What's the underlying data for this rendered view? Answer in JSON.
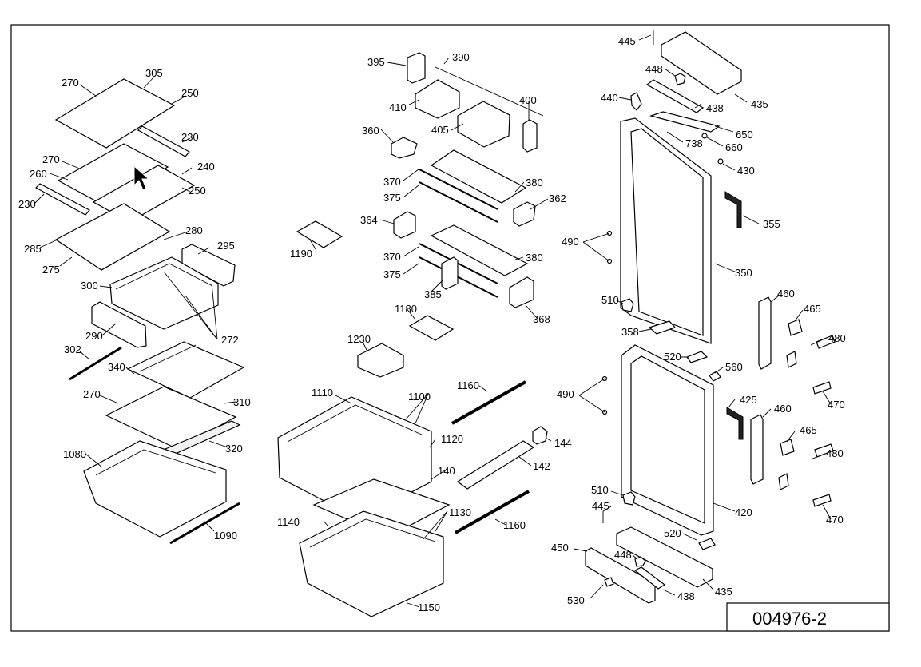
{
  "drawing_code": "004976-2",
  "callouts": [
    {
      "id": "c270a",
      "text": "270"
    },
    {
      "id": "c305",
      "text": "305"
    },
    {
      "id": "c250a",
      "text": "250"
    },
    {
      "id": "c230a",
      "text": "230"
    },
    {
      "id": "c270b",
      "text": "270"
    },
    {
      "id": "c240",
      "text": "240"
    },
    {
      "id": "c260",
      "text": "260"
    },
    {
      "id": "c250b",
      "text": "250"
    },
    {
      "id": "c230b",
      "text": "230"
    },
    {
      "id": "c280",
      "text": "280"
    },
    {
      "id": "c285",
      "text": "285"
    },
    {
      "id": "c295",
      "text": "295"
    },
    {
      "id": "c275",
      "text": "275"
    },
    {
      "id": "c300",
      "text": "300"
    },
    {
      "id": "c290",
      "text": "290"
    },
    {
      "id": "c272",
      "text": "272"
    },
    {
      "id": "c302",
      "text": "302"
    },
    {
      "id": "c340",
      "text": "340"
    },
    {
      "id": "c270c",
      "text": "270"
    },
    {
      "id": "c310",
      "text": "310"
    },
    {
      "id": "c320",
      "text": "320"
    },
    {
      "id": "c1080",
      "text": "1080"
    },
    {
      "id": "c1090",
      "text": "1090"
    },
    {
      "id": "c395",
      "text": "395"
    },
    {
      "id": "c390",
      "text": "390"
    },
    {
      "id": "c410",
      "text": "410"
    },
    {
      "id": "c400",
      "text": "400"
    },
    {
      "id": "c405",
      "text": "405"
    },
    {
      "id": "c360",
      "text": "360"
    },
    {
      "id": "c370a",
      "text": "370"
    },
    {
      "id": "c380a",
      "text": "380"
    },
    {
      "id": "c375a",
      "text": "375"
    },
    {
      "id": "c362",
      "text": "362"
    },
    {
      "id": "c364",
      "text": "364"
    },
    {
      "id": "c1190",
      "text": "1190"
    },
    {
      "id": "c370b",
      "text": "370"
    },
    {
      "id": "c380b",
      "text": "380"
    },
    {
      "id": "c375b",
      "text": "375"
    },
    {
      "id": "c385",
      "text": "385"
    },
    {
      "id": "c368",
      "text": "368"
    },
    {
      "id": "c1180",
      "text": "1180"
    },
    {
      "id": "c1230",
      "text": "1230"
    },
    {
      "id": "c1160a",
      "text": "1160"
    },
    {
      "id": "c1110",
      "text": "1110"
    },
    {
      "id": "c1100",
      "text": "1100"
    },
    {
      "id": "c1120",
      "text": "1120"
    },
    {
      "id": "c144",
      "text": "144"
    },
    {
      "id": "c140",
      "text": "140"
    },
    {
      "id": "c142",
      "text": "142"
    },
    {
      "id": "c1130",
      "text": "1130"
    },
    {
      "id": "c1140",
      "text": "1140"
    },
    {
      "id": "c1160b",
      "text": "1160"
    },
    {
      "id": "c1150",
      "text": "1150"
    },
    {
      "id": "c445a",
      "text": "445"
    },
    {
      "id": "c448a",
      "text": "448"
    },
    {
      "id": "c440",
      "text": "440"
    },
    {
      "id": "c438a",
      "text": "438"
    },
    {
      "id": "c435a",
      "text": "435"
    },
    {
      "id": "c650",
      "text": "650"
    },
    {
      "id": "c738",
      "text": "738"
    },
    {
      "id": "c660",
      "text": "660"
    },
    {
      "id": "c430",
      "text": "430"
    },
    {
      "id": "c355",
      "text": "355"
    },
    {
      "id": "c490a",
      "text": "490"
    },
    {
      "id": "c350",
      "text": "350"
    },
    {
      "id": "c510a",
      "text": "510"
    },
    {
      "id": "c460a",
      "text": "460"
    },
    {
      "id": "c465a",
      "text": "465"
    },
    {
      "id": "c358",
      "text": "358"
    },
    {
      "id": "c480a",
      "text": "480"
    },
    {
      "id": "c520a",
      "text": "520"
    },
    {
      "id": "c560",
      "text": "560"
    },
    {
      "id": "c490b",
      "text": "490"
    },
    {
      "id": "c425",
      "text": "425"
    },
    {
      "id": "c470a",
      "text": "470"
    },
    {
      "id": "c460b",
      "text": "460"
    },
    {
      "id": "c465b",
      "text": "465"
    },
    {
      "id": "c480b",
      "text": "480"
    },
    {
      "id": "c510b",
      "text": "510"
    },
    {
      "id": "c445b",
      "text": "445"
    },
    {
      "id": "c420",
      "text": "420"
    },
    {
      "id": "c470b",
      "text": "470"
    },
    {
      "id": "c520b",
      "text": "520"
    },
    {
      "id": "c450",
      "text": "450"
    },
    {
      "id": "c448b",
      "text": "448"
    },
    {
      "id": "c435b",
      "text": "435"
    },
    {
      "id": "c438b",
      "text": "438"
    },
    {
      "id": "c530",
      "text": "530"
    }
  ]
}
